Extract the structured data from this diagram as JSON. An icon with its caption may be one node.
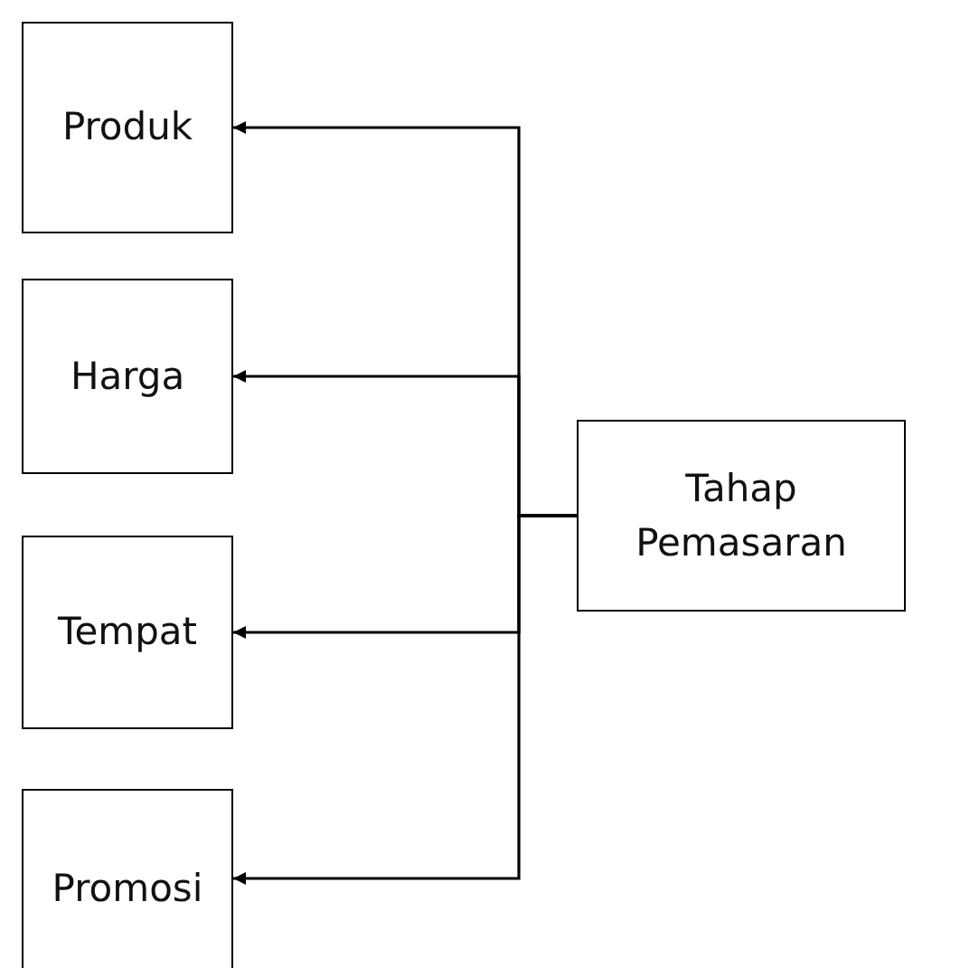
{
  "diagram": {
    "nodes": [
      {
        "text": [
          "Produk"
        ]
      },
      {
        "text": [
          "Harga"
        ]
      },
      {
        "text": [
          "Tempat"
        ]
      },
      {
        "text": [
          "Promosi"
        ]
      },
      {
        "text": [
          "Tahap Pemasaran"
        ]
      }
    ],
    "edges": [
      {
        "from": 4,
        "to": 0,
        "arrow": "to"
      },
      {
        "from": 4,
        "to": 1,
        "arrow": "to"
      },
      {
        "from": 4,
        "to": 2,
        "arrow": "to"
      },
      {
        "from": 4,
        "to": 3,
        "arrow": "to"
      }
    ]
  }
}
